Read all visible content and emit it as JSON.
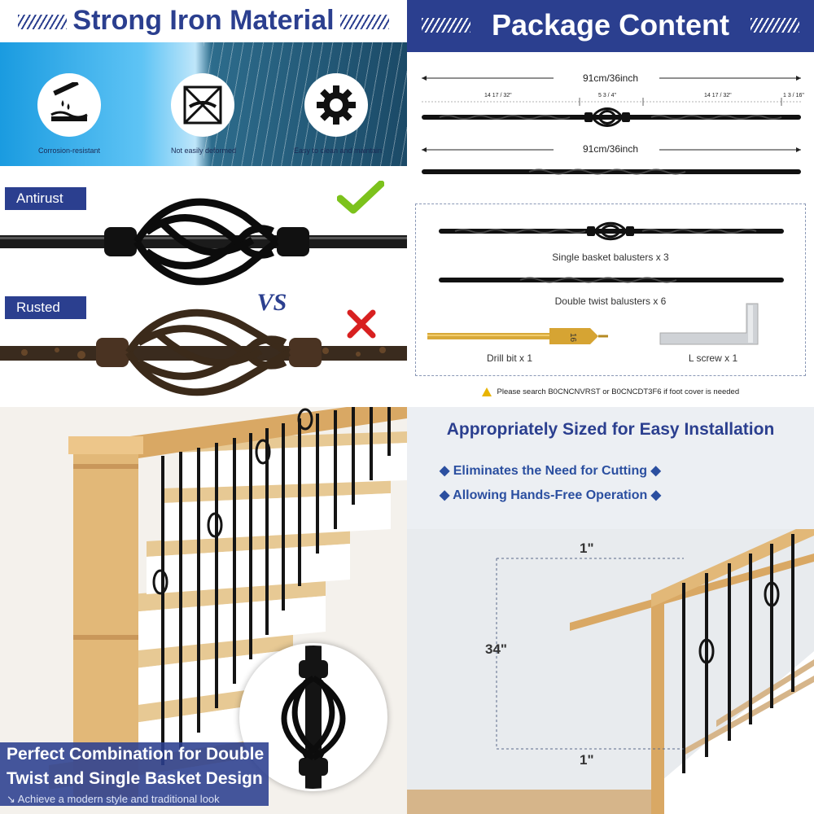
{
  "panel1": {
    "title": "Strong Iron Material",
    "features": [
      {
        "label": "Corrosion-resistant",
        "icon": "acid-drop-icon"
      },
      {
        "label": "Not easily deformed",
        "icon": "no-bend-icon"
      },
      {
        "label": "Easy to clean and maintain",
        "icon": "gear-icon"
      }
    ],
    "antirust_label": "Antirust",
    "rusted_label": "Rusted",
    "vs_label": "VS"
  },
  "panel2": {
    "title": "Package Content",
    "rod1_length": "91cm/36inch",
    "rod1_seg_left": "14 17 / 32\"",
    "rod1_seg_mid": "5 3 / 4\"",
    "rod1_seg_right": "14 17 / 32\"",
    "rod1_seg_end": "1 3 / 16\"",
    "rod2_length": "91cm/36inch",
    "items": {
      "single": "Single basket balusters x 3",
      "double": "Double twist balusters x 6",
      "drill": "Drill bit x 1",
      "lscrew": "L screw x 1"
    },
    "drill_size": "16",
    "note": "Please search B0CNCNVRST or B0CNCDT3F6 if foot cover is needed"
  },
  "panel3": {
    "caption_line1": "Perfect Combination for Double",
    "caption_line2": "Twist and Single Basket Design",
    "caption_sub": "Achieve a modern style and traditional look"
  },
  "panel4": {
    "title": "Appropriately Sized for Easy Installation",
    "bullet1": "Eliminates the Need for Cutting",
    "bullet2": "Allowing Hands-Free Operation",
    "top_gap": "1\"",
    "height": "34\"",
    "bottom_gap": "1\""
  },
  "colors": {
    "brand_blue": "#2b3f8f",
    "check_green": "#7cc21c",
    "cross_red": "#d82020"
  }
}
